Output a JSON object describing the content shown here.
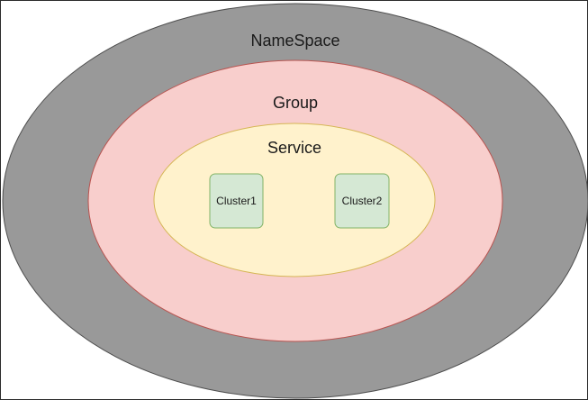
{
  "diagram": {
    "namespace": {
      "label": "NameSpace",
      "fill": "#999999",
      "stroke": "#4d4d4d"
    },
    "group": {
      "label": "Group",
      "fill": "#f8cecc",
      "stroke": "#b85450"
    },
    "service": {
      "label": "Service",
      "fill": "#fff2cc",
      "stroke": "#d6b656"
    },
    "clusters": [
      {
        "label": "Cluster1",
        "fill": "#d5e8d4",
        "stroke": "#82b366"
      },
      {
        "label": "Cluster2",
        "fill": "#d5e8d4",
        "stroke": "#82b366"
      }
    ]
  }
}
